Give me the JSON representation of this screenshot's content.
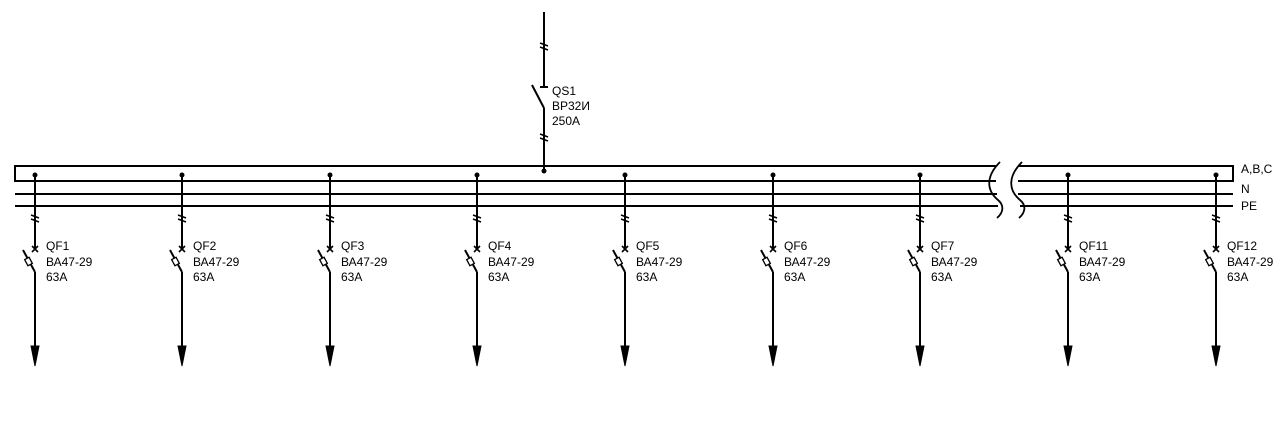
{
  "diagram": {
    "stroke_color": "#000000",
    "background": "#ffffff",
    "main_switch": {
      "designation": "QS1",
      "type": "ВР32И",
      "rating": "250А"
    },
    "bus_labels": {
      "phases": "A,B,C",
      "neutral": "N",
      "protective_earth": "PE"
    },
    "breakers": [
      {
        "designation": "QF1",
        "type": "ВА47-29",
        "rating": "63А"
      },
      {
        "designation": "QF2",
        "type": "ВА47-29",
        "rating": "63А"
      },
      {
        "designation": "QF3",
        "type": "ВА47-29",
        "rating": "63А"
      },
      {
        "designation": "QF4",
        "type": "ВА47-29",
        "rating": "63А"
      },
      {
        "designation": "QF5",
        "type": "ВА47-29",
        "rating": "63А"
      },
      {
        "designation": "QF6",
        "type": "ВА47-29",
        "rating": "63А"
      },
      {
        "designation": "QF7",
        "type": "ВА47-29",
        "rating": "63А"
      },
      {
        "designation": "QF11",
        "type": "ВА47-29",
        "rating": "63А"
      },
      {
        "designation": "QF12",
        "type": "ВА47-29",
        "rating": "63А"
      }
    ]
  }
}
